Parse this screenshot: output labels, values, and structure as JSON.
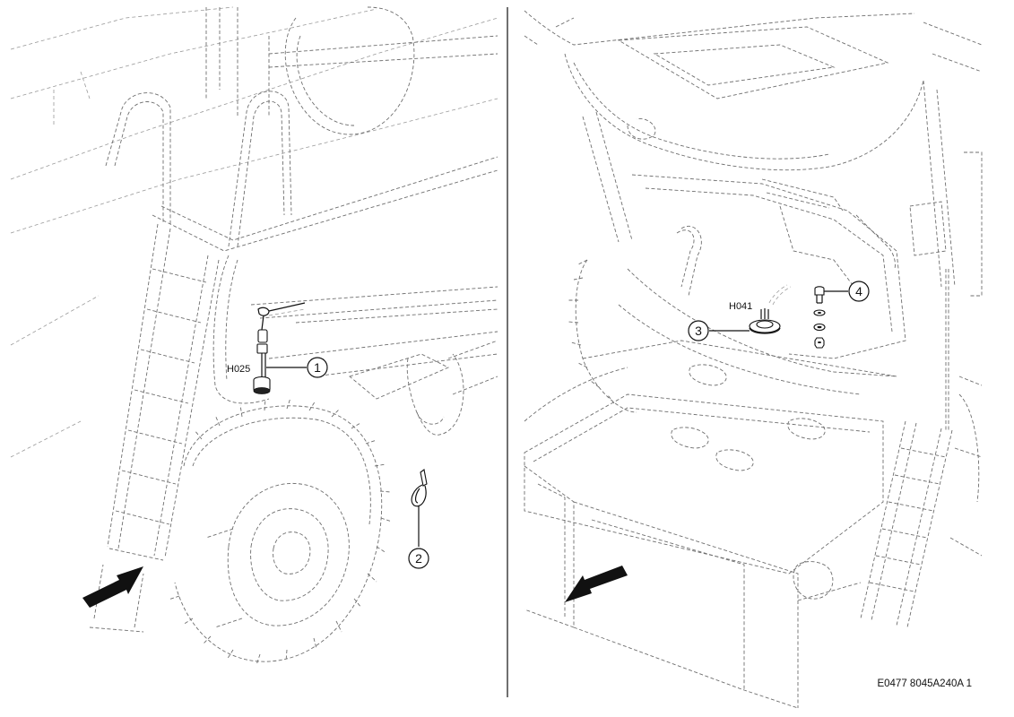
{
  "labels": {
    "connector_left": "H025",
    "connector_right": "H041",
    "reference": "E0477 8045A240A 1"
  },
  "callouts": {
    "c1": "1",
    "c2": "2",
    "c3": "3",
    "c4": "4"
  }
}
